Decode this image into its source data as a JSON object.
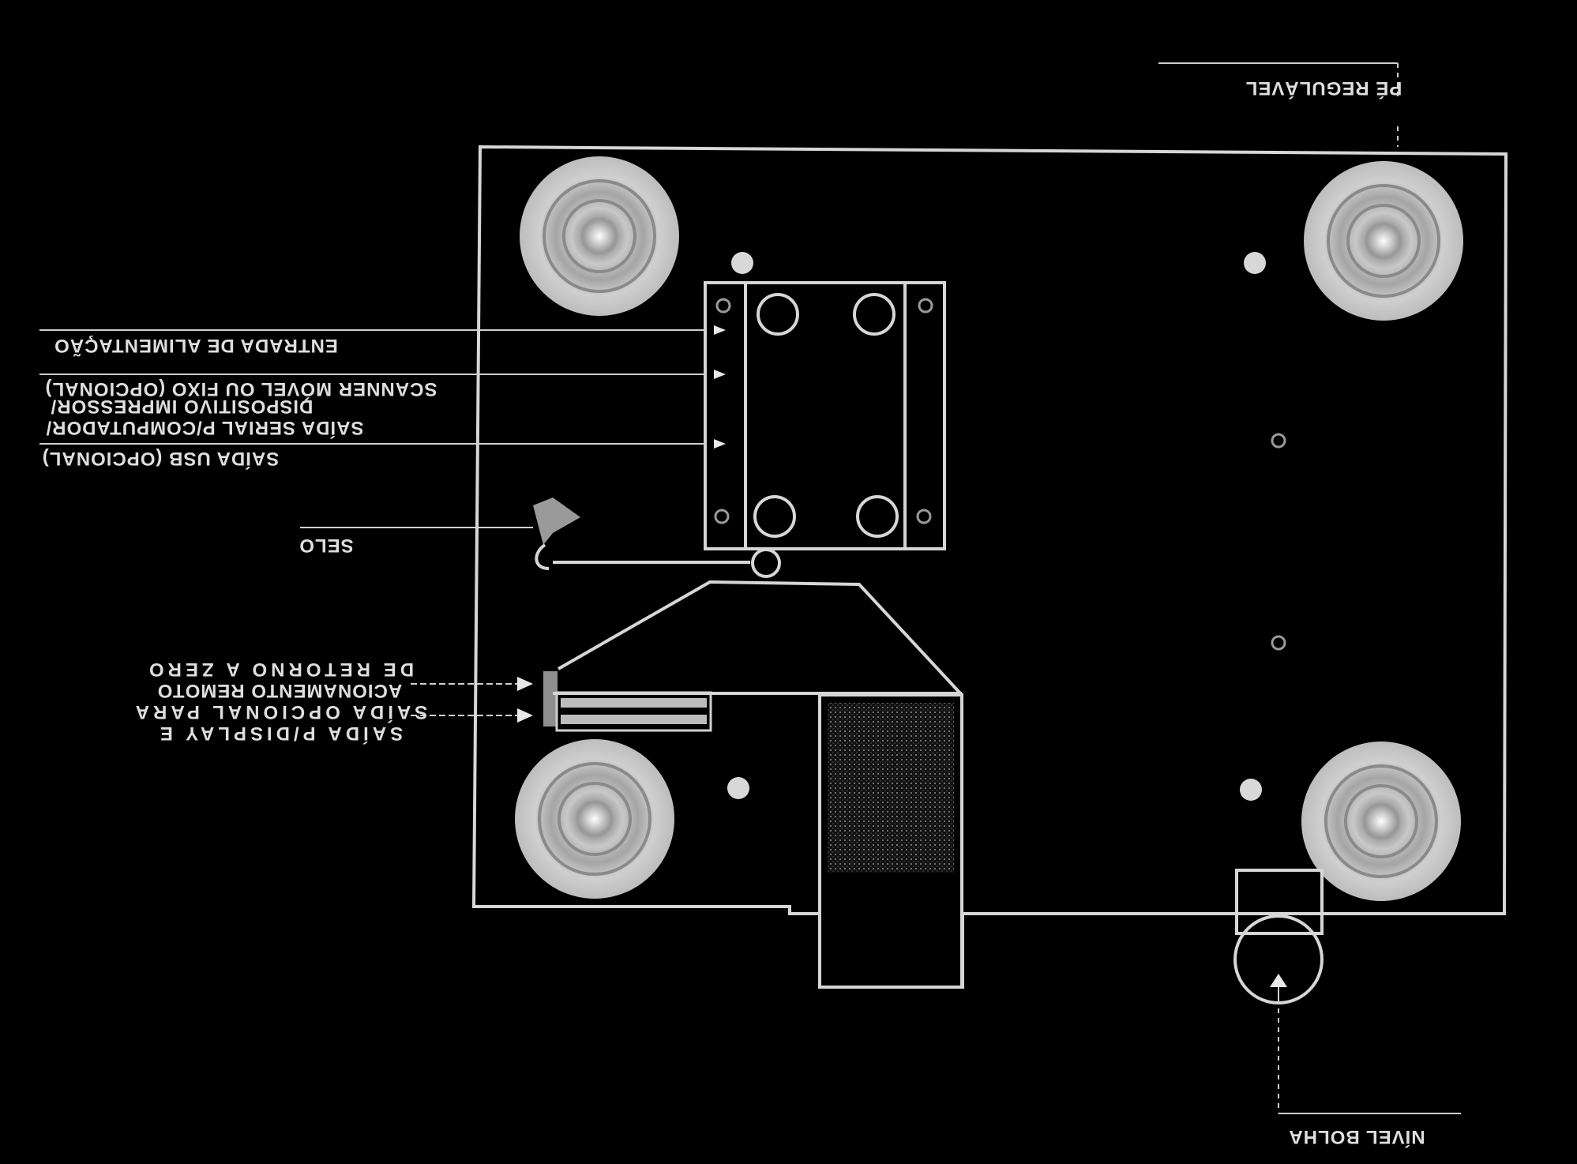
{
  "labels": {
    "pe_regulavel": "PÉ REGULÁVEL",
    "entrada_alimentacao": "ENTRADA DE ALIMENTAÇÃO",
    "scanner": "SCANNER MÓVEL OU FIXO (OPCIONAL)",
    "dispositivo_impressor": "DISPOSITIVO IMPRESSOR/",
    "saida_serial": "SAÍDA SERIAL P/COMPUTADOR/",
    "saida_usb": "SAÍDA USB (OPCIONAL)",
    "selo": "SELO",
    "retorno_zero": "DE RETORNO A ZERO",
    "acionamento_remoto": "ACIONAMENTO REMOTO",
    "saida_opcional": "SAÍDA OPCIONAL PARA",
    "saida_display": "SAÍDA P/DISPLAY E",
    "nivel_bolha": "NÍVEL BOLHA"
  },
  "colors": {
    "background": "#000000",
    "line": "#d6d6d6",
    "foot": "#bdbdbd",
    "text": "#dedede"
  },
  "icons": [
    "adjustable-foot-icon",
    "seal-icon",
    "bubble-level-icon",
    "arrow-icon",
    "screw-icon"
  ]
}
